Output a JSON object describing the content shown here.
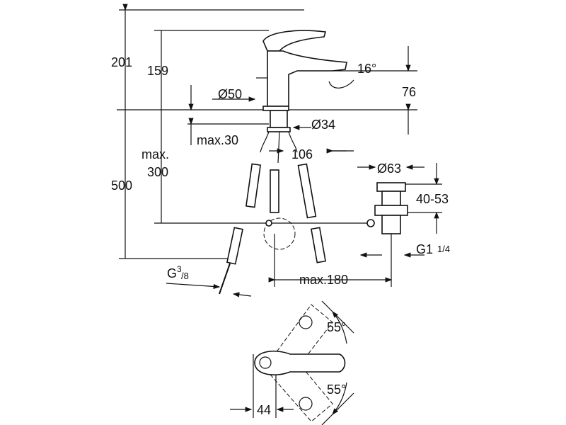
{
  "title": "Basin mixer dimension drawing",
  "dimensions": {
    "total_height": "201",
    "spout_height": "159",
    "spout_angle": "16°",
    "spout_outlet_height": "76",
    "base_diameter": "Ø50",
    "shank_diameter": "Ø34",
    "max_deck_thickness": "max.30",
    "spout_reach": "106",
    "max_label": "max.",
    "max_hose_value": "300",
    "hose_length": "500",
    "waste_diameter": "Ø63",
    "waste_range": "40-53",
    "waste_thread": "G1",
    "waste_thread_frac": "1/4",
    "hose_thread": "G",
    "hose_thread_num": "3",
    "hose_thread_den": "/8",
    "max_pullrod": "max.180",
    "lever_angle_top": "55°",
    "lever_angle_bottom": "55°",
    "lever_offset": "44"
  }
}
